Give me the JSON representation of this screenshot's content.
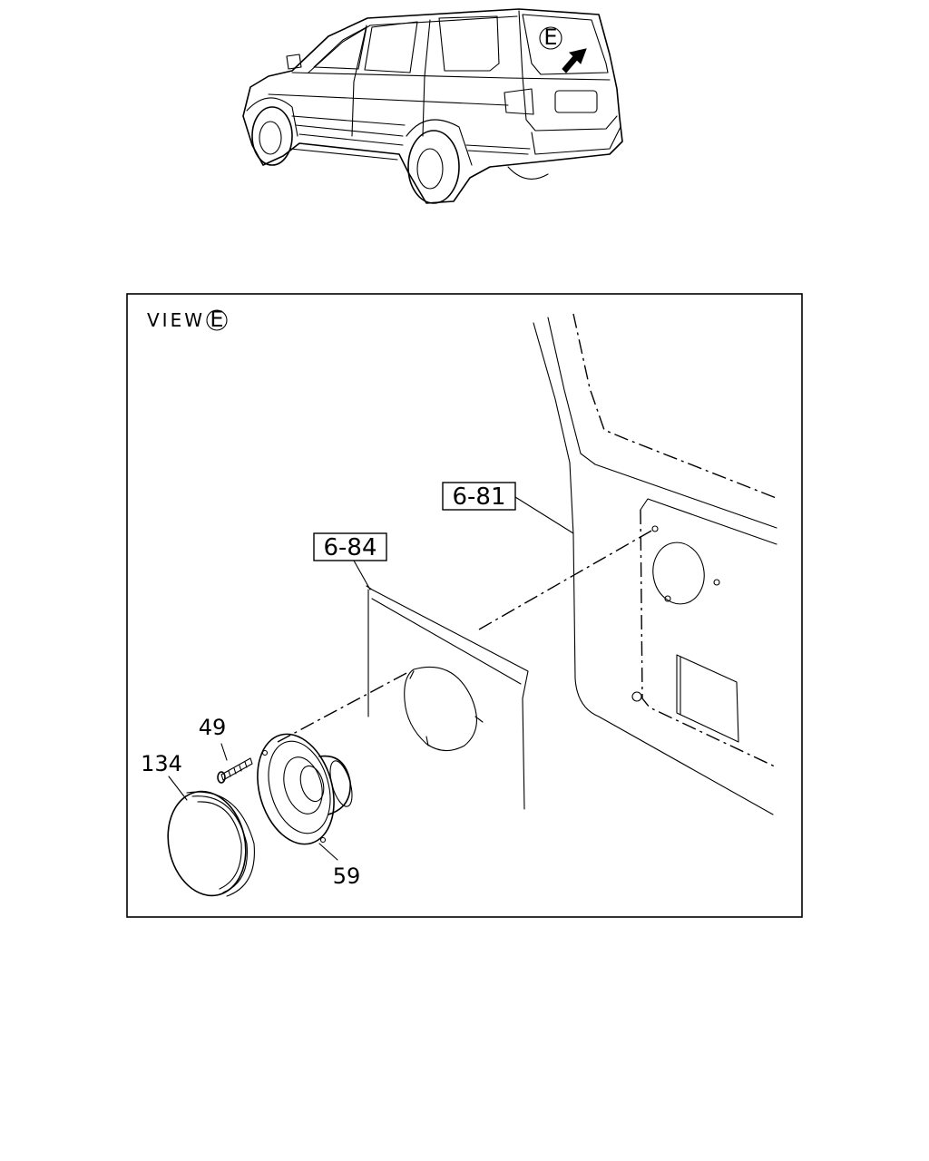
{
  "vehicle": {
    "view_marker": "E"
  },
  "detail": {
    "view_label": "VIEW",
    "view_marker": "E",
    "refs": [
      {
        "id": "ref-6-81",
        "text": "6-81"
      },
      {
        "id": "ref-6-84",
        "text": "6-84"
      }
    ],
    "parts": [
      {
        "id": "part-49",
        "text": "49"
      },
      {
        "id": "part-134",
        "text": "134"
      },
      {
        "id": "part-59",
        "text": "59"
      }
    ]
  }
}
